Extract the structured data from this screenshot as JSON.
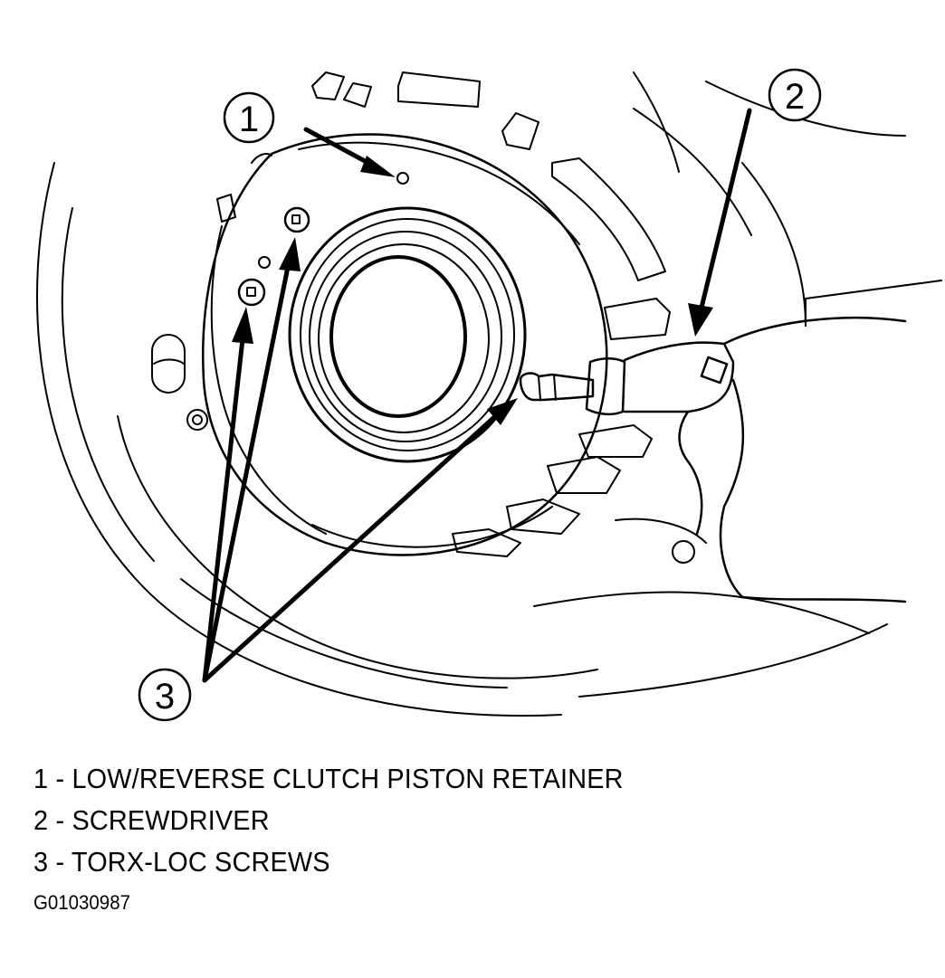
{
  "diagram": {
    "subject": "Low/reverse clutch piston retainer removal",
    "callouts": [
      {
        "number": "1",
        "target": "low-reverse-clutch-piston-retainer"
      },
      {
        "number": "2",
        "target": "screwdriver"
      },
      {
        "number": "3",
        "target": "torx-loc-screws"
      }
    ]
  },
  "legend": {
    "items": [
      {
        "number": "1",
        "separator": "-",
        "label": "LOW/REVERSE CLUTCH PISTON RETAINER"
      },
      {
        "number": "2",
        "separator": "-",
        "label": "SCREWDRIVER"
      },
      {
        "number": "3",
        "separator": "-",
        "label": "TORX-LOC SCREWS"
      }
    ]
  },
  "figure_id": "G01030987",
  "colors": {
    "ink": "#000000",
    "background": "#ffffff"
  }
}
